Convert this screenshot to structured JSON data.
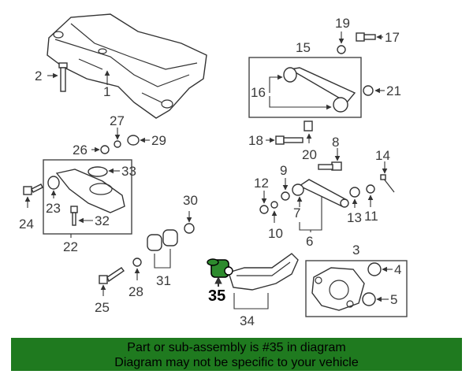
{
  "callouts": {
    "c1": "1",
    "c2": "2",
    "c3": "3",
    "c4": "4",
    "c5": "5",
    "c6": "6",
    "c7": "7",
    "c8": "8",
    "c9": "9",
    "c10": "10",
    "c11": "11",
    "c12": "12",
    "c13": "13",
    "c14": "14",
    "c15": "15",
    "c16": "16",
    "c17": "17",
    "c18": "18",
    "c19": "19",
    "c20": "20",
    "c21": "21",
    "c22": "22",
    "c23": "23",
    "c24": "24",
    "c25": "25",
    "c26": "26",
    "c27": "27",
    "c28": "28",
    "c29": "29",
    "c30": "30",
    "c31": "31",
    "c32": "32",
    "c33": "33",
    "c34": "34",
    "c35": "35"
  },
  "highlight": {
    "part_number": "35",
    "color": "#2e8b2e"
  },
  "banner": {
    "line1": "Part or sub-assembly is #35 in diagram",
    "line2": "Diagram may not be specific to your vehicle",
    "background": "#1f7a1f"
  }
}
